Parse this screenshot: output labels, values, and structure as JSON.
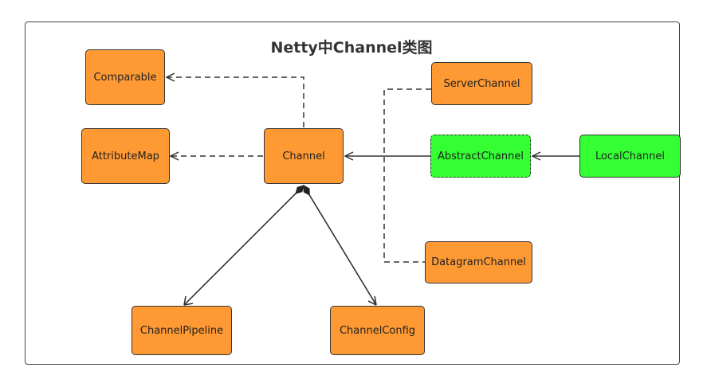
{
  "title": "Netty中Channel类图",
  "colors": {
    "orange": "#FF9933",
    "green": "#33FF33",
    "line": "#333333"
  },
  "nodes": {
    "comparable": "Comparable",
    "attribute_map": "AttributeMap",
    "channel": "Channel",
    "server_channel": "ServerChannel",
    "abstract_channel": "AbstractChannel",
    "local_channel": "LocalChannel",
    "datagram_channel": "DatagramChannel",
    "channel_pipeline": "ChannelPipeline",
    "channel_config": "ChannelConfig"
  }
}
